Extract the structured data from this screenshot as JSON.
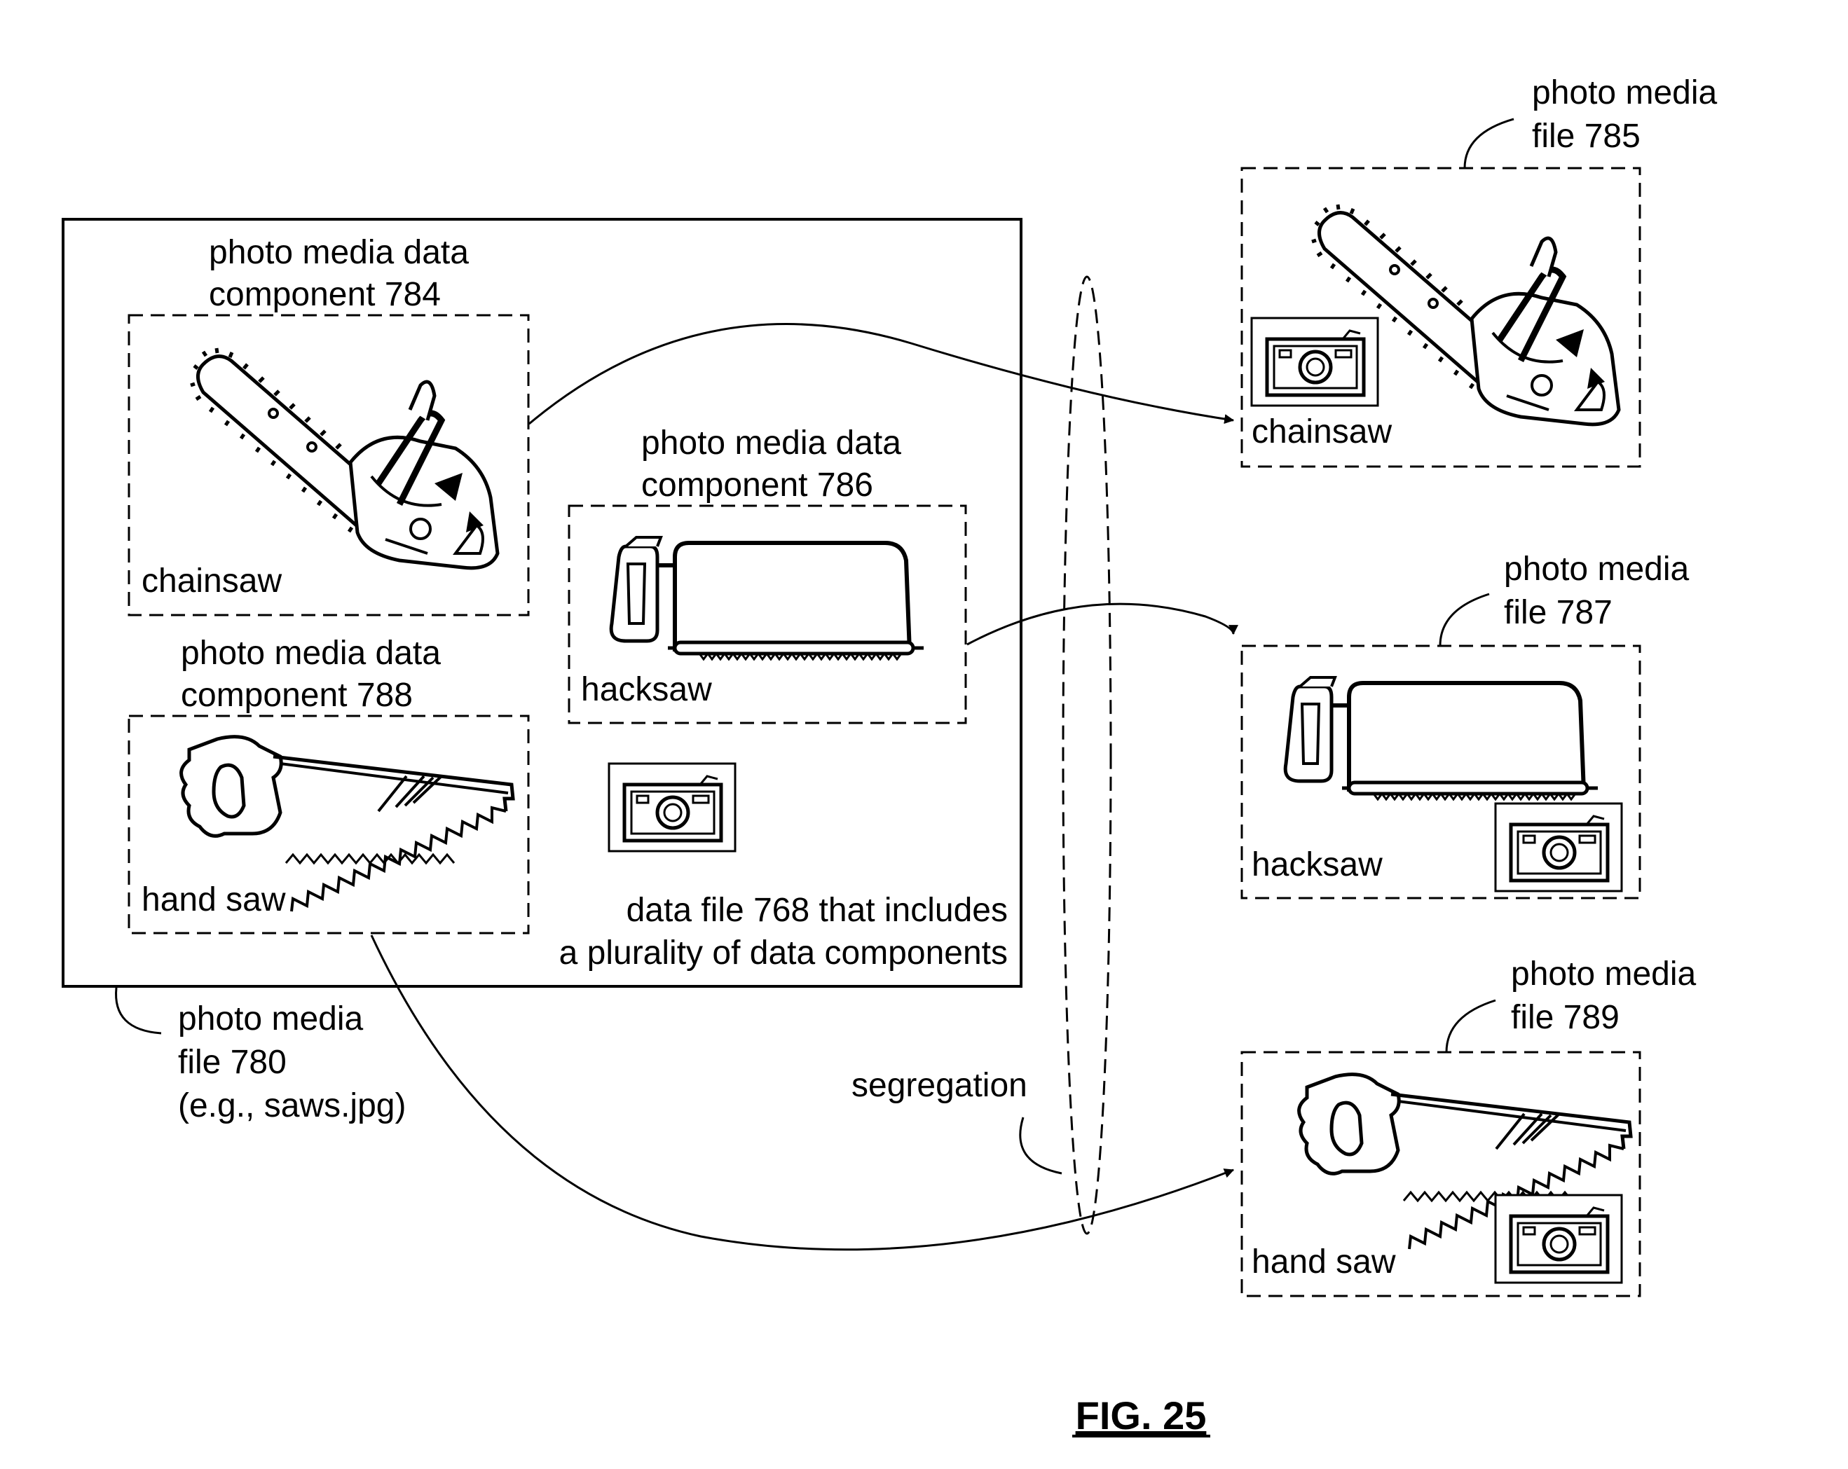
{
  "data_file": {
    "label_line1": "data file 768 that includes",
    "label_line2": "a plurality of data components",
    "file_label_line1": "photo media",
    "file_label_line2": "file 780",
    "file_label_line3": "(e.g., saws.jpg)"
  },
  "components": [
    {
      "title_line1": "photo media data",
      "title_line2": "component 784",
      "caption": "chainsaw",
      "icon": "chainsaw-icon"
    },
    {
      "title_line1": "photo media data",
      "title_line2": "component 786",
      "caption": "hacksaw",
      "icon": "hacksaw-icon"
    },
    {
      "title_line1": "photo media data",
      "title_line2": "component 788",
      "caption": "hand saw",
      "icon": "handsaw-icon"
    }
  ],
  "outputs": [
    {
      "title_line1": "photo media",
      "title_line2": "file 785",
      "caption": "chainsaw",
      "icon": "chainsaw-icon"
    },
    {
      "title_line1": "photo media",
      "title_line2": "file 787",
      "caption": "hacksaw",
      "icon": "hacksaw-icon"
    },
    {
      "title_line1": "photo media",
      "title_line2": "file 789",
      "caption": "hand saw",
      "icon": "handsaw-icon"
    }
  ],
  "segregation_label": "segregation",
  "figure_label": "FIG. 25",
  "camera_icon": "camera-icon"
}
